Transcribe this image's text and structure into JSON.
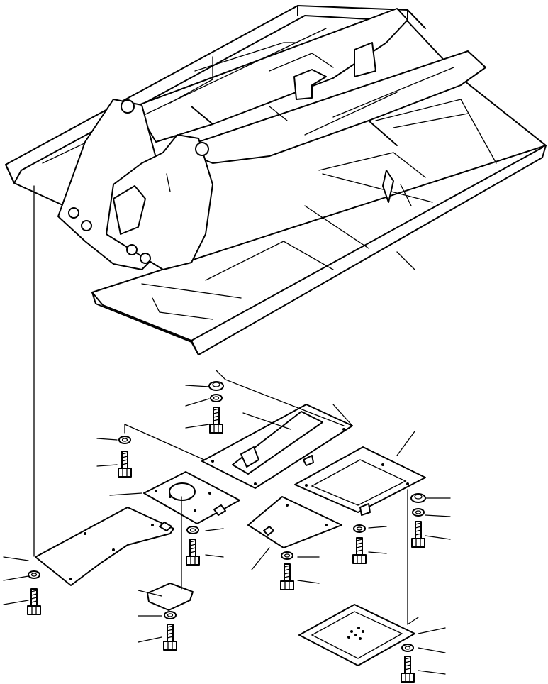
{
  "diagram": {
    "kind": "exploded-parts-view",
    "parts": [
      "main-frame",
      "cover-plate-left",
      "cover-plate-center-upper",
      "cover-plate-center-round-hole",
      "cover-plate-center-lower",
      "cover-plate-right",
      "inspection-cover-oval",
      "bottom-access-plate"
    ],
    "fasteners": [
      "bolt",
      "washer",
      "nut"
    ]
  }
}
